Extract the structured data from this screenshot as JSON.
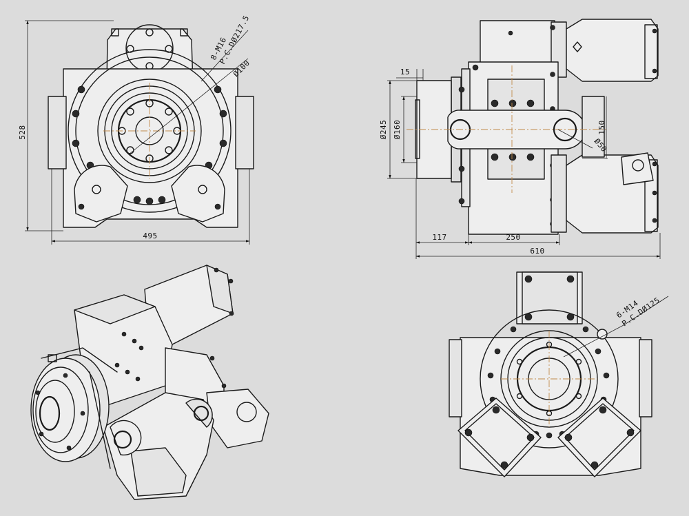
{
  "drawing": {
    "front_view": {
      "height_dim": "528",
      "width_dim": "495",
      "thread_note": "8-M16",
      "pcd_note": "P.C.DØ217.5",
      "bore_note": "Ø100"
    },
    "side_view": {
      "flange_dim": "15",
      "outer_dia": "Ø245",
      "inner_dia": "Ø160",
      "hole_dia": "Ø50",
      "lug_dim": "150",
      "offset_dim": "117",
      "body_dim": "250",
      "overall_dim": "610"
    },
    "rear_view": {
      "thread_note": "6-M14",
      "pcd_note": "P.C.DØ125"
    }
  },
  "colors": {
    "background": "#dcdcdc",
    "line": "#1a1a1a",
    "centerline": "#c08a4a"
  }
}
